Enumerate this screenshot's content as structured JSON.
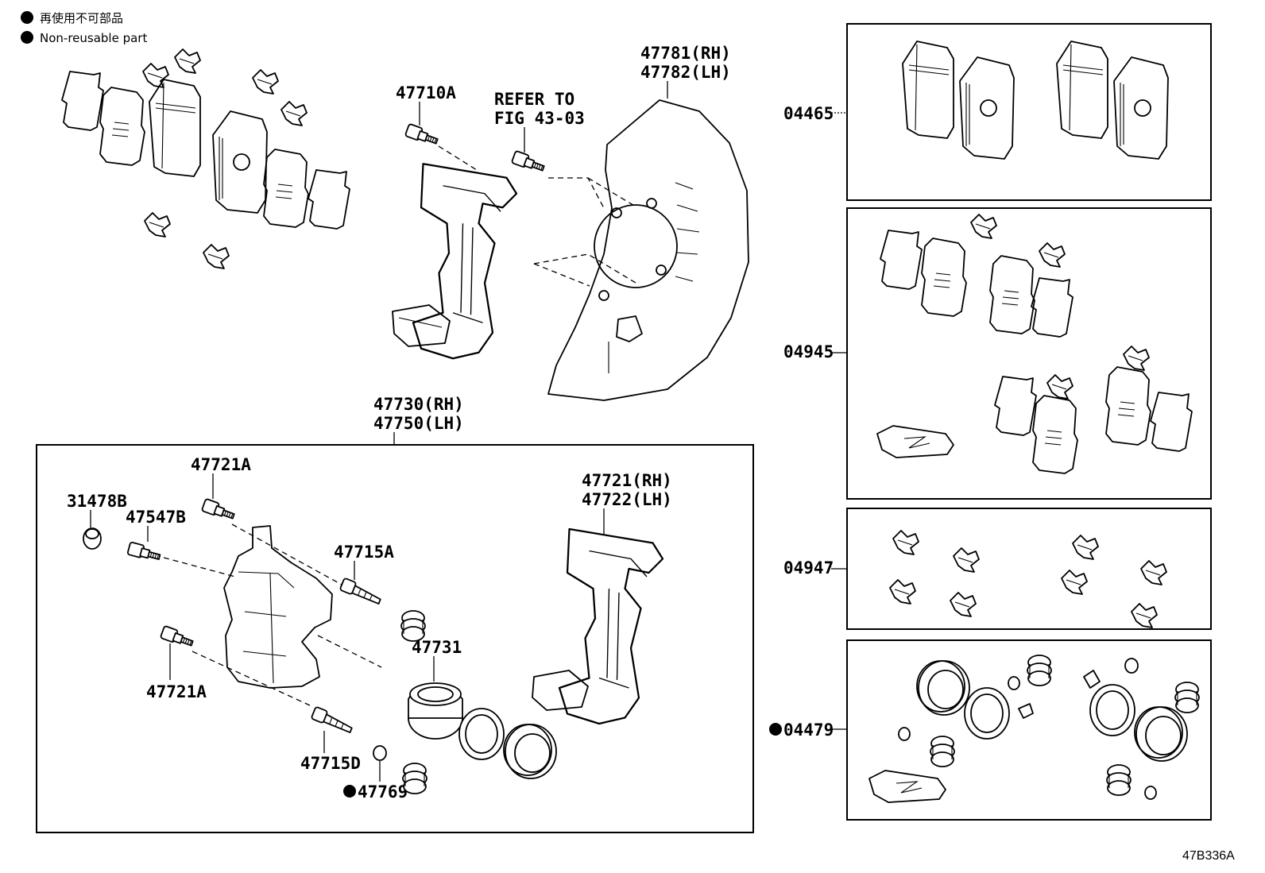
{
  "legend": {
    "non_reusable_jp": "再使用不可部品",
    "non_reusable_en": "Non-reusable part"
  },
  "labels": {
    "p47710A": "47710A",
    "refer_line1": "REFER TO",
    "refer_line2": "FIG 43-03",
    "p47781": "47781(RH)",
    "p47782": "47782(LH)",
    "p47730": "47730(RH)",
    "p47750": "47750(LH)",
    "p47721A_top": "47721A",
    "p31478B": "31478B",
    "p47547B": "47547B",
    "p47715A": "47715A",
    "p47721": "47721(RH)",
    "p47722": "47722(LH)",
    "p47731": "47731",
    "p47721A_bottom": "47721A",
    "p47715D": "47715D",
    "p47769": "47769",
    "p04465": "04465",
    "p04945": "04945",
    "p04947": "04947",
    "p04479": "04479"
  },
  "figure_code": "47B336A"
}
